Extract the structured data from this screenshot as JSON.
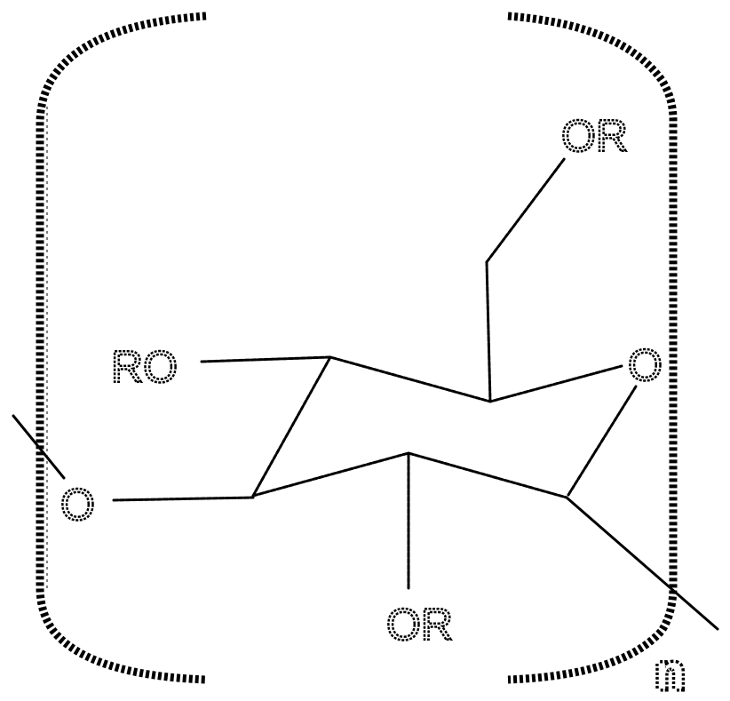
{
  "diagram": {
    "type": "chemical-structure",
    "description": "Repeating glucopyranose unit (chair conformation) of a substituted polysaccharide enclosed in polymer brackets",
    "labels": {
      "top_substituent": "OR",
      "left_substituent": "RO",
      "ring_oxygen": "O",
      "glycosidic_oxygen": "O",
      "bottom_substituent": "OR",
      "repeat_subscript": "n"
    },
    "brackets": {
      "left": "(",
      "right": ")"
    },
    "colors": {
      "line": "#000000",
      "background": "#ffffff"
    }
  }
}
